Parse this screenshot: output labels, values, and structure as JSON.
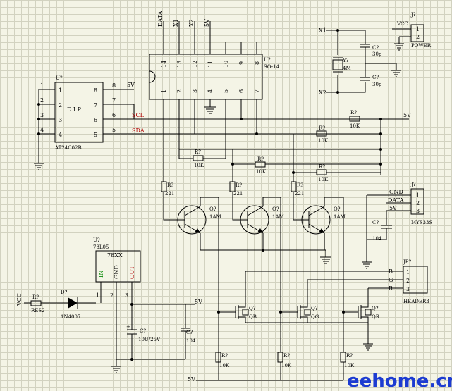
{
  "nets": {
    "data": "DATA",
    "x1": "X1",
    "x2": "X2",
    "v5": "5V",
    "vcc": "VCC",
    "scl": "SCL",
    "sda": "SDA",
    "gnd": "GND",
    "b": "B",
    "g": "G",
    "r": "R"
  },
  "eeprom": {
    "ref": "U?",
    "part": "AT24C02B",
    "pins": [
      "1",
      "2",
      "3",
      "4",
      "8",
      "7",
      "6",
      "5"
    ],
    "inner": "D  I  P"
  },
  "mcu": {
    "ref": "U?",
    "part": "SO-14",
    "top_pins": [
      "14",
      "13",
      "12",
      "11",
      "10",
      "9",
      "8"
    ],
    "bottom_pins": [
      "1",
      "2",
      "3",
      "4",
      "5",
      "6",
      "7"
    ]
  },
  "regulator": {
    "ref": "U?",
    "part": "78L05",
    "name": "78XX",
    "in": "IN",
    "gnd": "GND",
    "out": "OUT",
    "pin1": "1",
    "pin2": "2",
    "pin3": "3"
  },
  "power_conn": {
    "ref": "J?",
    "name": "POWER",
    "pins": [
      "1",
      "2"
    ]
  },
  "sensor_conn": {
    "ref": "J?",
    "name": "MYS33S",
    "pins": [
      "1",
      "2",
      "3"
    ]
  },
  "header_conn": {
    "ref": "JP?",
    "name": "HEADER3",
    "pins": [
      "1",
      "2",
      "3"
    ]
  },
  "crystal": {
    "ref": "Y?",
    "value": "4M"
  },
  "caps": {
    "c_top": {
      "ref": "C?",
      "value": "30p"
    },
    "c_bot": {
      "ref": "C?",
      "value": "30p"
    },
    "c_sensor": {
      "ref": "C?",
      "value": "104"
    },
    "c_elec": {
      "ref": "C?",
      "value": "10U/25V",
      "polarity": "+"
    },
    "c_104": {
      "ref": "C?",
      "value": "104"
    }
  },
  "resistors": {
    "r_res2": {
      "ref": "R?",
      "value": "RES2"
    },
    "r_pull1": {
      "ref": "R?",
      "value": "10K"
    },
    "r_pull2": {
      "ref": "R?",
      "value": "10K"
    },
    "r_k1": {
      "ref": "R?",
      "value": "10K"
    },
    "r_k2": {
      "ref": "R?",
      "value": "10K"
    },
    "r_k3": {
      "ref": "R?",
      "value": "10K"
    },
    "r_b1": {
      "ref": "R?",
      "value": "221"
    },
    "r_b2": {
      "ref": "R?",
      "value": "221"
    },
    "r_b3": {
      "ref": "R?",
      "value": "221"
    },
    "r_g1": {
      "ref": "R?",
      "value": "10K"
    },
    "r_g2": {
      "ref": "R?",
      "value": "10K"
    },
    "r_g3": {
      "ref": "R?",
      "value": "10K"
    }
  },
  "diode": {
    "ref": "D?",
    "value": "1N4007"
  },
  "transistors": [
    {
      "ref": "Q?",
      "value": "1AM"
    },
    {
      "ref": "Q?",
      "value": "1AM"
    },
    {
      "ref": "Q?",
      "value": "1AM"
    }
  ],
  "mosfets": [
    {
      "ref": "Q?",
      "value": "QB"
    },
    {
      "ref": "Q?",
      "value": "QG"
    },
    {
      "ref": "Q?",
      "value": "QR"
    }
  ],
  "watermark": "eehome.cn"
}
